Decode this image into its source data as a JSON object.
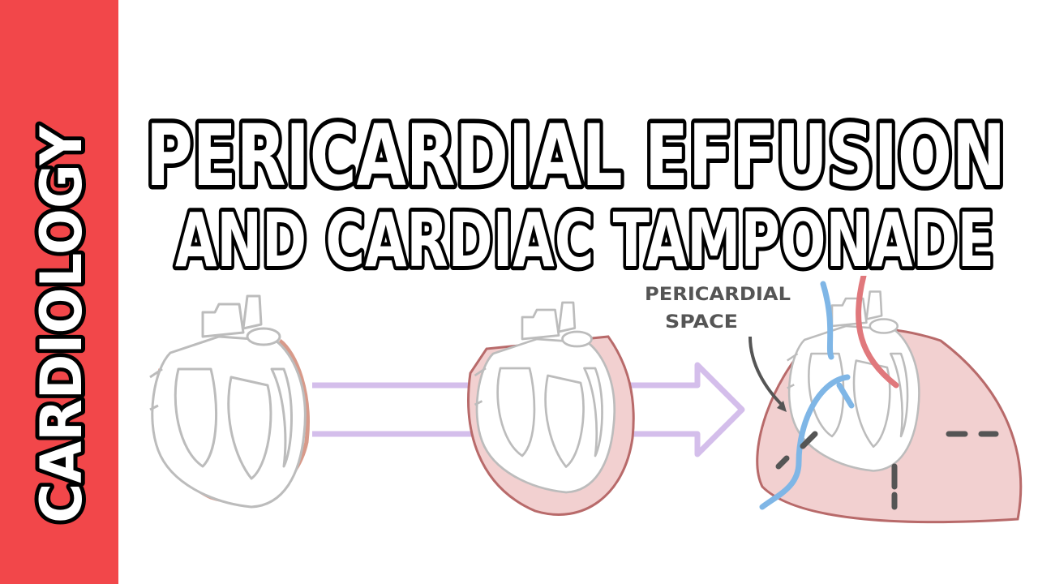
{
  "category_label": "CARDIOLOGY",
  "title": {
    "line1": "PERICARDIAL EFFUSION",
    "line2": "AND CARDIAC TAMPONADE"
  },
  "diagram": {
    "annotation": {
      "line1": "PERICARDIAL",
      "line2": "SPACE"
    },
    "stages": [
      "normal-heart",
      "pericardial-effusion",
      "cardiac-tamponade"
    ]
  },
  "colors": {
    "sidebar": "#f2474a",
    "pericardial_fluid": "#f2d0d0",
    "pericardium_outline": "#b86a6a",
    "arrow": "#c9aee6",
    "vein": "#7fb6e6",
    "artery": "#e0787c",
    "pressure_arrow": "#555555"
  }
}
